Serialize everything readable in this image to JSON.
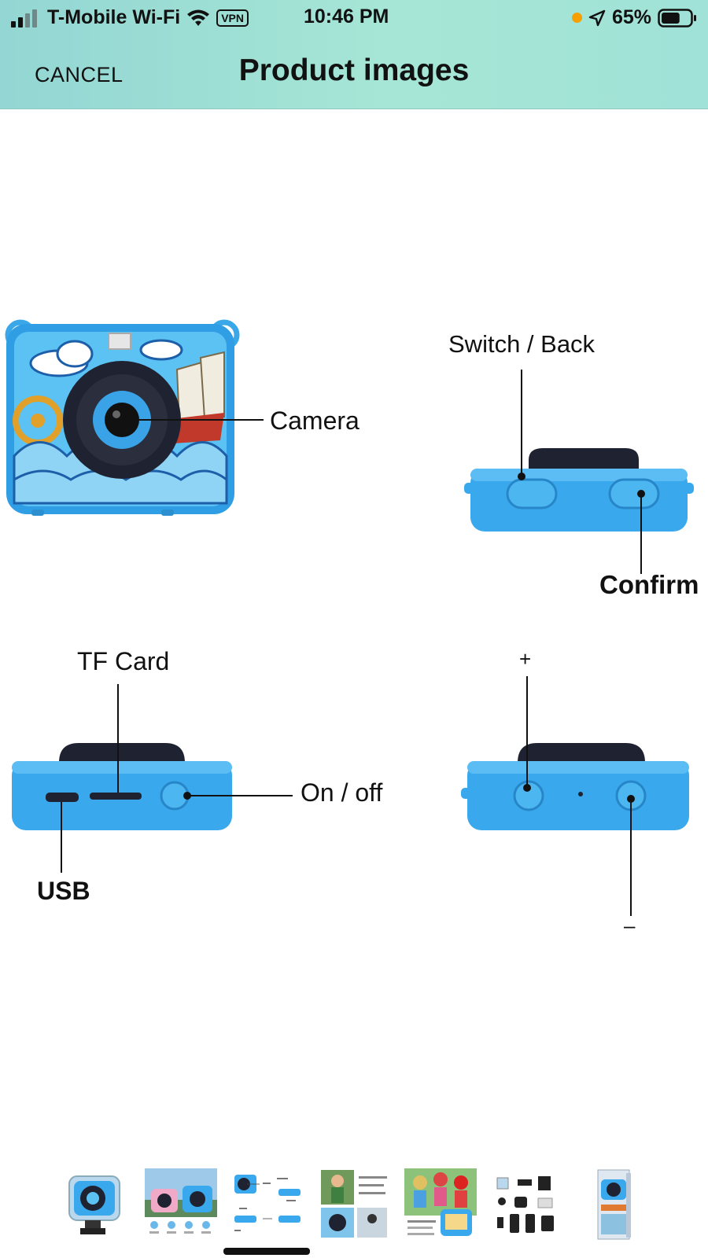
{
  "status_bar": {
    "carrier": "T-Mobile Wi-Fi",
    "vpn": "VPN",
    "time": "10:46 PM",
    "battery_percent": "65%",
    "battery_level": 0.65,
    "icons": [
      "signal-icon",
      "wifi-icon",
      "location-icon",
      "battery-icon"
    ]
  },
  "nav": {
    "cancel_label": "CANCEL",
    "title": "Product images"
  },
  "image": {
    "labels": {
      "camera": "Camera",
      "switch_back": "Switch / Back",
      "confirm": "Confirm",
      "tf_card": "TF Card",
      "on_off": "On / off",
      "usb": "USB",
      "plus": "+",
      "minus": "–"
    }
  },
  "thumbnails": {
    "count": 7,
    "selected_index": 2
  },
  "colors": {
    "header_bg": "#a3e4d7",
    "camera_blue": "#2a9be0",
    "lens_dark": "#1f2230"
  }
}
